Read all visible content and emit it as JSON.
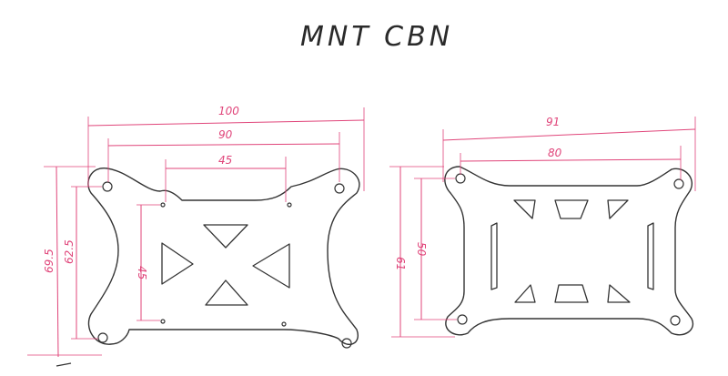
{
  "title": "MNT CBN",
  "left_plate": {
    "dims": {
      "overall_width": "100",
      "hole_width": "90",
      "inner_width": "45",
      "overall_height": "69.5",
      "hole_height": "62.5",
      "inner_height": "45"
    }
  },
  "right_plate": {
    "dims": {
      "overall_width": "91",
      "hole_width": "80",
      "overall_height": "61",
      "hole_height": "50"
    }
  },
  "colors": {
    "ink": "#333333",
    "dimension": "#e0457a"
  }
}
